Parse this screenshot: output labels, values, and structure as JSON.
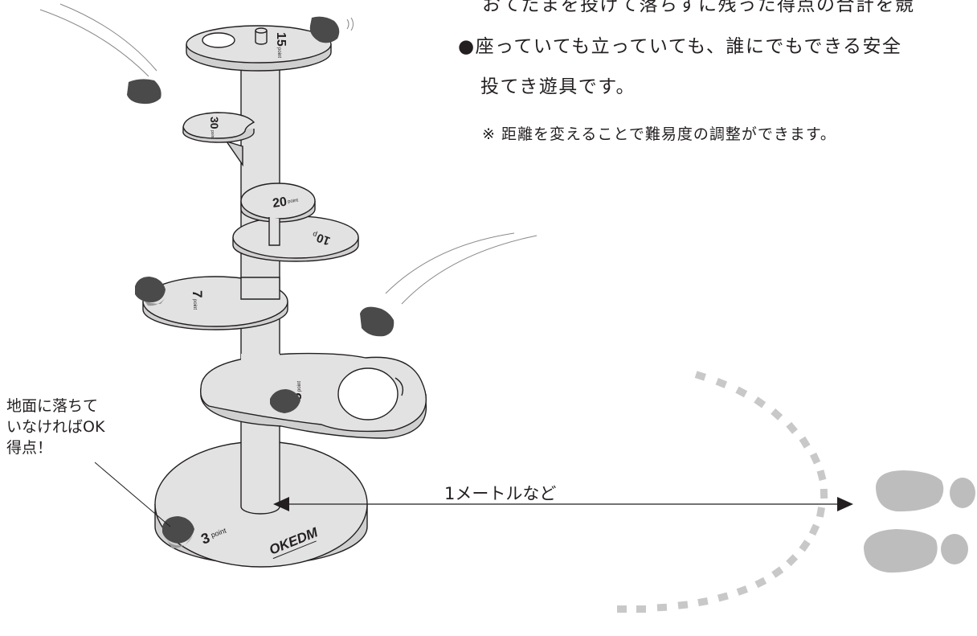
{
  "text": {
    "line1": "おてだまを投げて落ちずに残った得点の合計を競",
    "line2": "●座っていても立っていても、誰にでもできる安全",
    "line3": "投てき遊具です。",
    "note": "※ 距離を変えることで難易度の調整ができます。"
  },
  "callout": {
    "line1": "地面に落ちて",
    "line2": "いなければOK",
    "line3": "得点！"
  },
  "distance_label": "1メートルなど",
  "tiers": {
    "t15": {
      "num": "15",
      "unit": "point"
    },
    "t30": {
      "num": "30",
      "unit": "point"
    },
    "t20": {
      "num": "20",
      "unit": "point"
    },
    "t10": {
      "num": "10",
      "unit": "p"
    },
    "t7": {
      "num": "7",
      "unit": "point"
    },
    "t5": {
      "num": "5",
      "unit": "point"
    },
    "t3": {
      "num": "3",
      "unit": "point"
    }
  },
  "logo": "OKEDM",
  "colors": {
    "disk_fill": "#e2e2e2",
    "disk_side": "#d0d0d0",
    "outline": "#231f20",
    "beanbag": "#4a4a4a",
    "beanbag_shadow": "#9a9a9a",
    "footprint": "#bdbdbd",
    "dash": "#c8c8c8"
  }
}
